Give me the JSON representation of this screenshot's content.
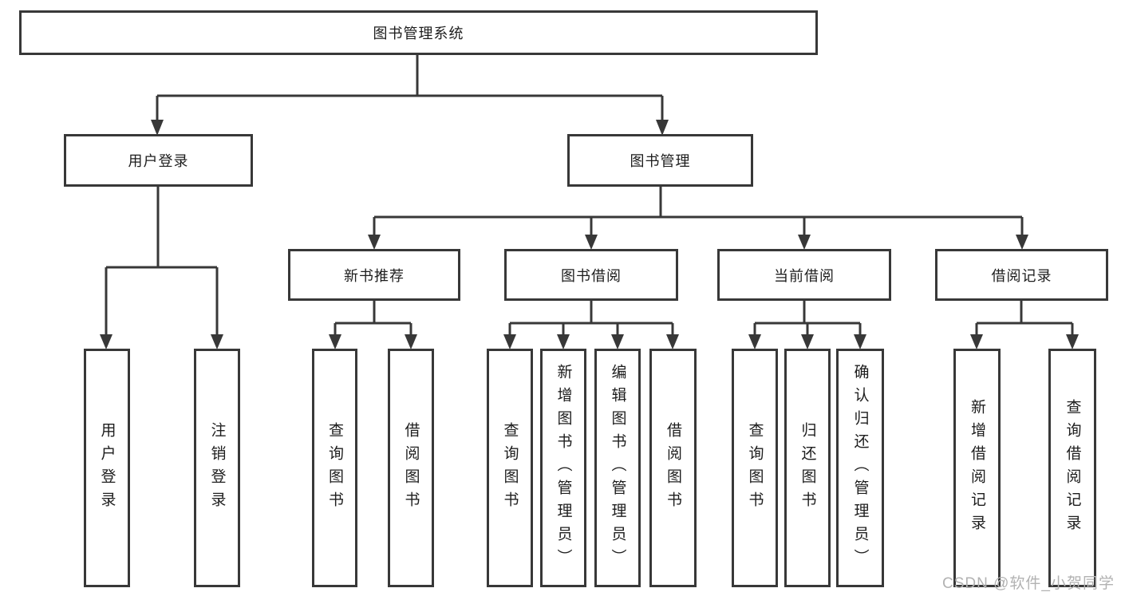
{
  "diagram": {
    "title": "图书管理系统",
    "watermark": "CSDN @软件_小贺同学",
    "colors": {
      "line": "#383838",
      "box_border": "#383838",
      "text": "#1d1d1d",
      "watermark": "#b2b2b2",
      "background": "#ffffff"
    },
    "level2": [
      {
        "label": "用户登录"
      },
      {
        "label": "图书管理"
      }
    ],
    "level3": [
      {
        "label": "新书推荐"
      },
      {
        "label": "图书借阅"
      },
      {
        "label": "当前借阅"
      },
      {
        "label": "借阅记录"
      }
    ],
    "leaves": {
      "user_login": [
        "用户登录",
        "注销登录"
      ],
      "new_book": [
        "查询图书",
        "借阅图书"
      ],
      "book_borrow": [
        "查询图书",
        "新增图书（管理员）",
        "编辑图书（管理员）",
        "借阅图书"
      ],
      "current_borrow": [
        "查询图书",
        "归还图书",
        "确认归还（管理员）"
      ],
      "borrow_records": [
        "新增借阅记录",
        "查询借阅记录"
      ]
    }
  }
}
